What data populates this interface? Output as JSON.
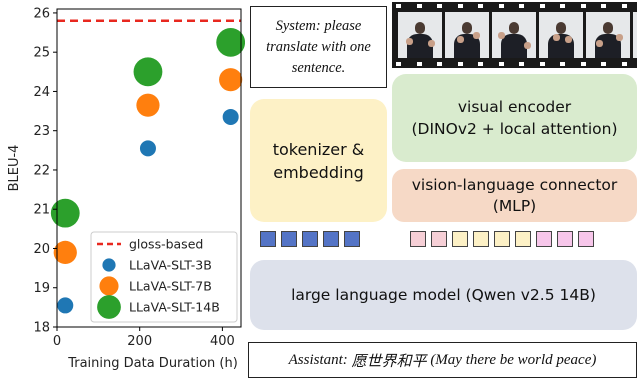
{
  "chart_data": {
    "type": "scatter",
    "xlabel": "Training Data Duration (h)",
    "ylabel": "BLEU-4",
    "xlim": [
      0,
      445
    ],
    "ylim": [
      18,
      26.1
    ],
    "xticks": [
      0,
      200,
      400
    ],
    "yticks": [
      18,
      19,
      20,
      21,
      22,
      23,
      24,
      25,
      26
    ],
    "reference_line": {
      "name": "gloss-based",
      "y": 25.8,
      "color": "#e8281f",
      "style": "dashed"
    },
    "series": [
      {
        "name": "LLaVA-SLT-3B",
        "color": "#1f77b4",
        "x": [
          20,
          220,
          420
        ],
        "y": [
          18.55,
          22.55,
          23.35
        ],
        "size": [
          1,
          1,
          1
        ]
      },
      {
        "name": "LLaVA-SLT-7B",
        "color": "#ff7f0e",
        "x": [
          20,
          220,
          420
        ],
        "y": [
          19.9,
          23.65,
          24.3
        ],
        "size": [
          1.45,
          1.45,
          1.45
        ]
      },
      {
        "name": "LLaVA-SLT-14B",
        "color": "#2ca02c",
        "x": [
          20,
          220,
          420
        ],
        "y": [
          20.9,
          24.5,
          25.25
        ],
        "size": [
          1.8,
          1.8,
          1.8
        ]
      }
    ],
    "legend": {
      "position": "bottom-left",
      "entries": [
        "gloss-based",
        "LLaVA-SLT-3B",
        "LLaVA-SLT-7B",
        "LLaVA-SLT-14B"
      ]
    },
    "grid": false
  },
  "diagram": {
    "system_prompt": "System: please translate with one sentence.",
    "tokenizer": "tokenizer & embedding",
    "visual_encoder": {
      "title": "visual encoder",
      "subtitle": "(DINOv2 + local attention)"
    },
    "connector": {
      "title": "vision-language connector",
      "subtitle": "(MLP)"
    },
    "llm": "large language model (Qwen v2.5 14B)",
    "assistant": {
      "label": "Assistant:",
      "chinese": "愿世界和平",
      "translation": "(May there be world peace)"
    },
    "text_tokens": [
      "blue",
      "blue",
      "blue",
      "blue",
      "blue"
    ],
    "visual_tokens": [
      "pink",
      "pink",
      "yellow",
      "yellow",
      "yellow",
      "yellow",
      "magenta",
      "magenta",
      "magenta"
    ],
    "colors": {
      "tokenizer": "#fdf1c6",
      "encoder": "#d9ebce",
      "connector": "#f6d9c6",
      "llm": "#dde1eb",
      "text_token": "#5474c6"
    },
    "video_frames": 5
  }
}
